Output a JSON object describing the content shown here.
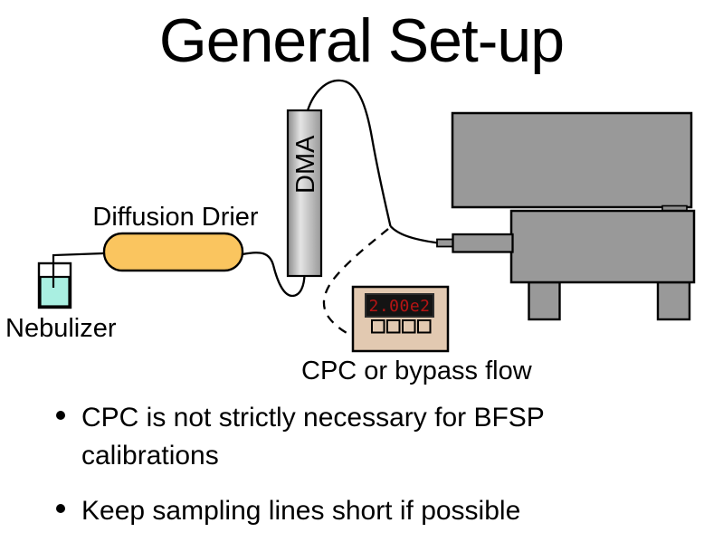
{
  "slide": {
    "title": "General Set-up",
    "bullets": [
      "CPC is not strictly necessary for BFSP calibrations",
      "Keep sampling lines short if possible"
    ]
  },
  "diagram": {
    "labels": {
      "nebulizer": "Nebulizer",
      "diffusion_drier": "Diffusion Drier",
      "dma": "DMA",
      "cpc": "CPC or bypass flow"
    },
    "cpc_display_value": "2.00e2",
    "colors": {
      "drier_fill": "#FAC55F",
      "nebulizer_liquid": "#A9EFE1",
      "beaker_fill": "#FFFFFF",
      "instrument_gray": "#999999",
      "instrument_tab_gray": "#909090",
      "cpc_body": "#E2C9B1",
      "cpc_display_bg": "#141414",
      "cpc_display_text": "#B61414",
      "dma_edge": "#8A8A8A",
      "dma_highlight": "#E4E4E4"
    }
  }
}
